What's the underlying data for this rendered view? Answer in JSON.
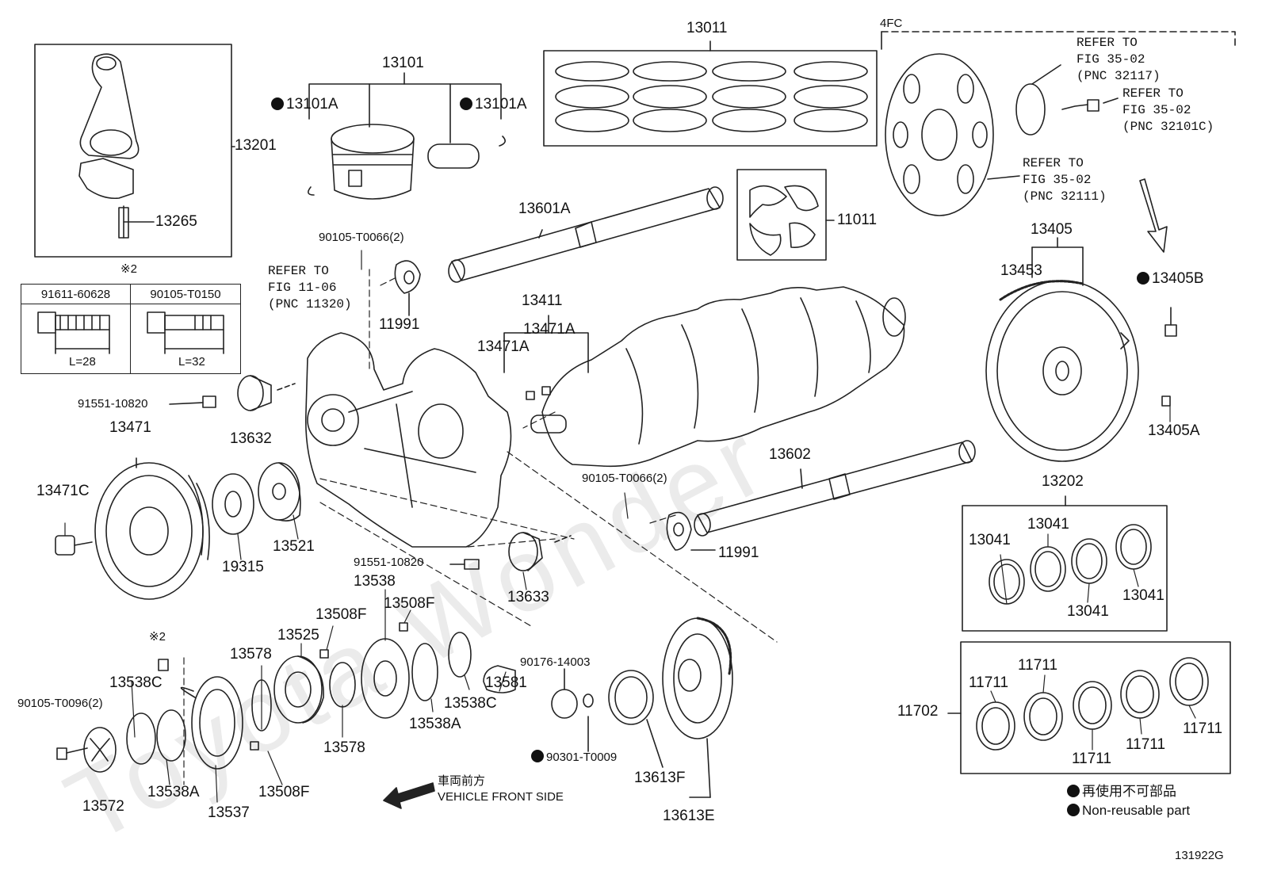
{
  "figure_id": "131922G",
  "top_note": "4FC",
  "watermark": "Toyota Wonder",
  "connecting_rod": {
    "assembly": "13201",
    "bolt": "13265"
  },
  "bolt_table": {
    "note": "※2",
    "columns": [
      {
        "part": "91611-60628",
        "length": "L=28"
      },
      {
        "part": "90105-T0150",
        "length": "L=32"
      }
    ]
  },
  "piston": {
    "set": "13101",
    "snap_ring_left": "13101A",
    "snap_ring_right": "13101A"
  },
  "piston_rings": "13011",
  "thrust_washers": "11011",
  "refer_fig_11": {
    "line1": "REFER TO",
    "line2": "FIG 11-06",
    "line3": "(PNC 11320)"
  },
  "balance_shaft_top": "13601A",
  "balance_shaft_bottom": "13602",
  "oil_seal_top": "11991",
  "oil_seal_bottom": "11991",
  "bolt_top_a": "90105-T0066(2)",
  "bolt_bottom_a": "90105-T0066(2)",
  "crankshaft_keys": {
    "group": "13411",
    "key_a": "13471A",
    "key_b": "13471A"
  },
  "pulley": {
    "part": "13471",
    "bolt": "13471C"
  },
  "bolt_91551_top": "91551-10820",
  "bolt_91551_bottom": "91551-10820",
  "gear_13632": "13632",
  "gear_13633": "13633",
  "plate_19315": "19315",
  "gear_13521": "13521",
  "flywheel_refs": {
    "ref1": {
      "line1": "REFER TO",
      "line2": "FIG 35-02",
      "line3": "(PNC 32117)"
    },
    "ref2": {
      "line1": "REFER TO",
      "line2": "FIG 35-02",
      "line3": "(PNC 32101C)"
    },
    "ref3": {
      "line1": "REFER TO",
      "line2": "FIG 35-02",
      "line3": "(PNC 32111)"
    }
  },
  "flywheel": {
    "assembly": "13405",
    "ring_gear": "13453",
    "bolt": "13405B",
    "pin": "13405A"
  },
  "rod_bearings": {
    "set": "13202",
    "items": [
      "13041",
      "13041",
      "13041",
      "13041"
    ]
  },
  "main_bearings": {
    "set": "11702",
    "items": [
      "11711",
      "11711",
      "11711",
      "11711",
      "11711"
    ]
  },
  "balancer_assembly": {
    "p13538": "13538",
    "p13508F_a": "13508F",
    "p13508F_b": "13508F",
    "p13508F_c": "13508F",
    "p13525": "13525",
    "p13578_a": "13578",
    "p13578_b": "13578",
    "p13538C_a": "13538C",
    "p13538C_b": "13538C",
    "p13538A_a": "13538A",
    "p13538A_b": "13538A",
    "p13581": "13581",
    "p13572": "13572",
    "p13537": "13537",
    "bolt_90105_T0096": "90105-T0096(2)",
    "note_x2": "※2"
  },
  "washer_90176": "90176-14003",
  "gasket_90301": "90301-T0009",
  "seal_13613F": "13613F",
  "gear_13613E": "13613E",
  "direction": {
    "jp": "車両前方",
    "en": "VEHICLE FRONT SIDE"
  },
  "legend": {
    "jp": "再使用不可部品",
    "en": "Non-reusable part"
  }
}
